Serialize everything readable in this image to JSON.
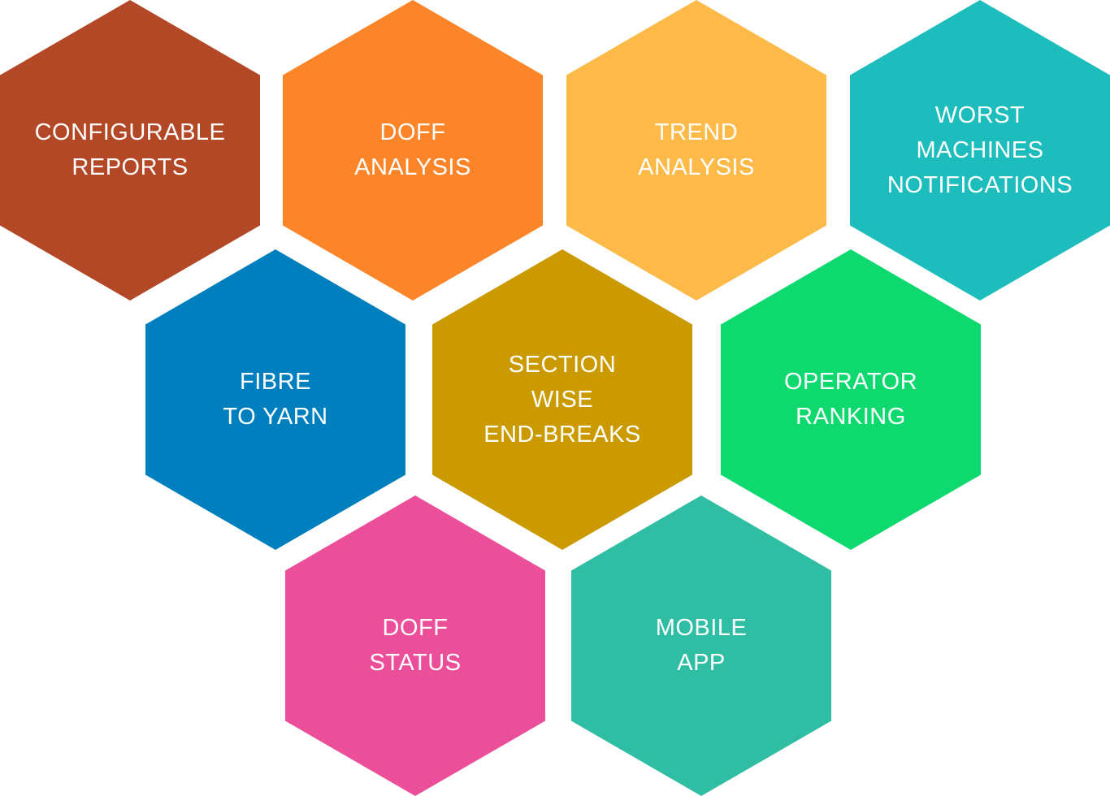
{
  "hexagons": [
    {
      "id": "configurable-reports",
      "lines": [
        "CONFIGURABLE",
        "REPORTS"
      ],
      "color": "#B34826"
    },
    {
      "id": "doff-analysis",
      "lines": [
        "DOFF",
        "ANALYSIS"
      ],
      "color": "#FC8529"
    },
    {
      "id": "trend-analysis",
      "lines": [
        "TREND",
        "ANALYSIS"
      ],
      "color": "#FDBA48"
    },
    {
      "id": "worst-machines-notifications",
      "lines": [
        "WORST",
        "MACHINES",
        "NOTIFICATIONS"
      ],
      "color": "#1CBDBC"
    },
    {
      "id": "fibre-to-yarn",
      "lines": [
        "FIBRE",
        "TO YARN"
      ],
      "color": "#007FBE"
    },
    {
      "id": "section-wise-end-breaks",
      "lines": [
        "SECTION",
        "WISE",
        "END-BREAKS"
      ],
      "color": "#CA9A00"
    },
    {
      "id": "operator-ranking",
      "lines": [
        "OPERATOR",
        "RANKING"
      ],
      "color": "#0ED96E"
    },
    {
      "id": "doff-status",
      "lines": [
        "DOFF",
        "STATUS"
      ],
      "color": "#EC4F99"
    },
    {
      "id": "mobile-app",
      "lines": [
        "MOBILE",
        "APP"
      ],
      "color": "#2FBEA3"
    }
  ]
}
